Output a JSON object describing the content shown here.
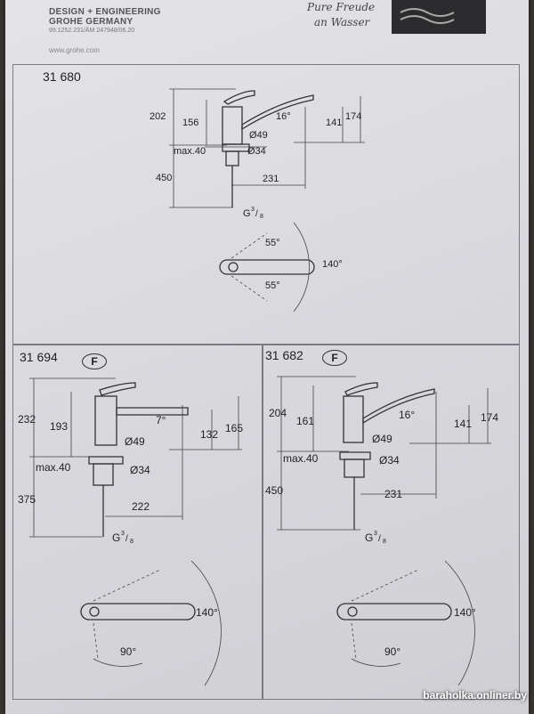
{
  "header": {
    "line1": "DESIGN + ENGINEERING",
    "line2": "GROHE GERMANY",
    "docref": "99.1252.231/ÄM 247948/06.20",
    "website": "www.grohe.com",
    "script_line1": "Pure Freude",
    "script_line2": "an Wasser"
  },
  "panels": [
    {
      "model": "31 680",
      "dims": {
        "h_total": "202",
        "h_body": "156",
        "h_spout": "174",
        "h_outlet": "141",
        "angle": "16°",
        "diam": "Ø49",
        "max": "max.40",
        "hole": "Ø34",
        "reach": "231",
        "hose": "450",
        "thread": "G",
        "thread_sup": "3",
        "thread_sub": "8"
      },
      "swivel": {
        "a1": "55°",
        "a2": "55°",
        "total": "140°"
      }
    },
    {
      "model": "31 694",
      "tag": "F",
      "dims": {
        "h_total": "232",
        "h_body": "193",
        "h_spout": "165",
        "h_outlet": "132",
        "angle": "7°",
        "diam": "Ø49",
        "max": "max.40",
        "hole": "Ø34",
        "reach": "222",
        "hose": "375",
        "thread": "G",
        "thread_sup": "3",
        "thread_sub": "8"
      },
      "swivel": {
        "a1": "90°",
        "total": "140°"
      }
    },
    {
      "model": "31 682",
      "tag": "F",
      "dims": {
        "h_total": "204",
        "h_body": "161",
        "h_spout": "174",
        "h_outlet": "141",
        "angle": "16°",
        "diam": "Ø49",
        "max": "max.40",
        "hole": "Ø34",
        "reach": "231",
        "hose": "450",
        "thread": "G",
        "thread_sup": "3",
        "thread_sub": "8"
      },
      "swivel": {
        "a1": "90°",
        "total": "140°"
      }
    }
  ],
  "watermark": "baraholka.onliner.by"
}
